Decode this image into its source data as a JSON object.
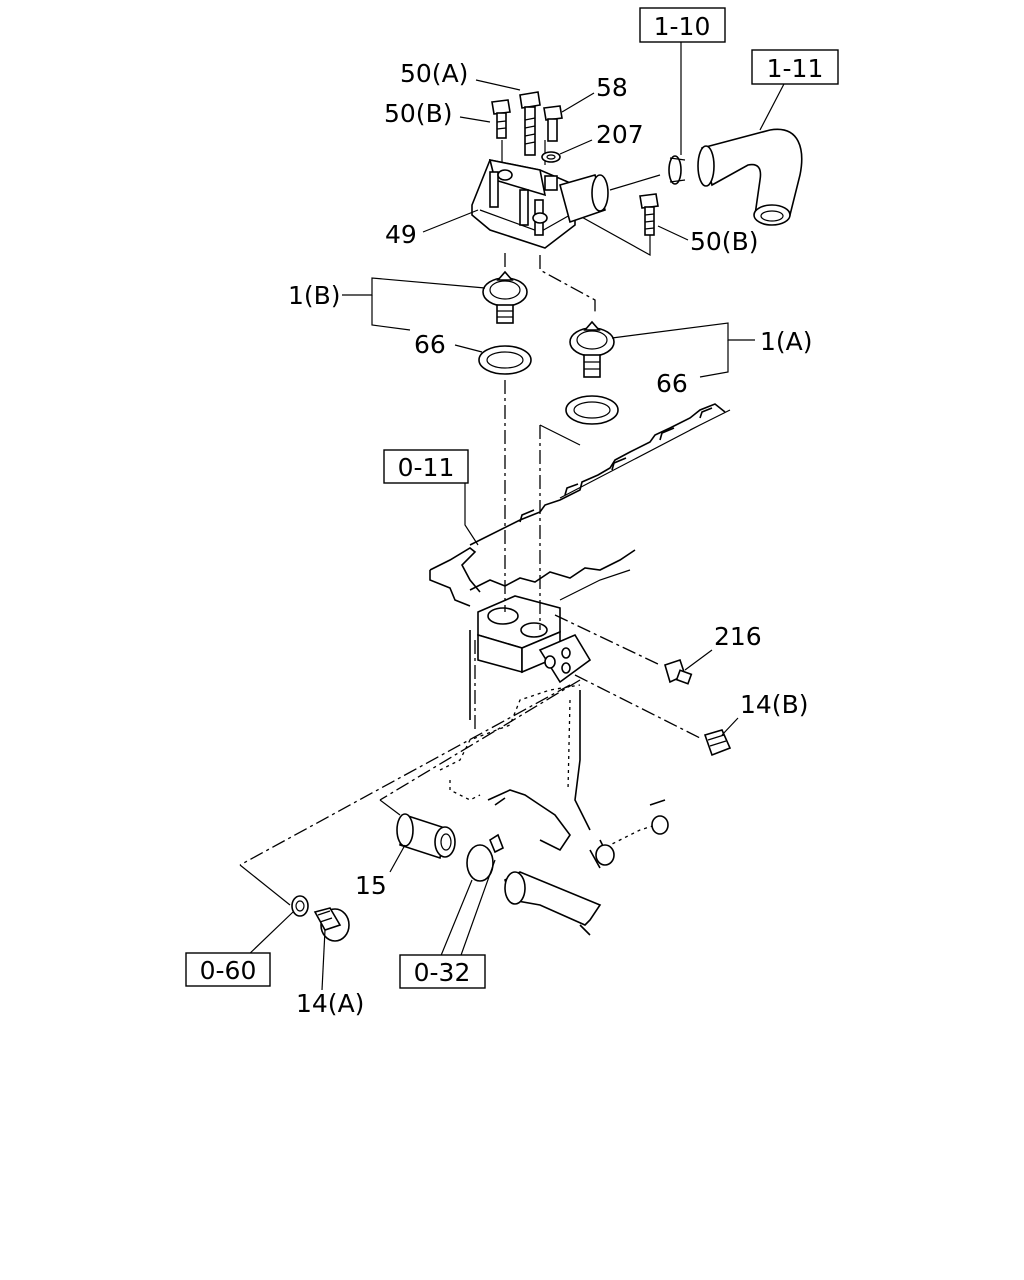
{
  "diagram": {
    "references": [
      "1-10",
      "1-11",
      "0-11",
      "0-60",
      "0-32"
    ],
    "labels": {
      "l50a": "50(A)",
      "l50b_top": "50(B)",
      "l58": "58",
      "l207": "207",
      "l49": "49",
      "l50b_right": "50(B)",
      "l1b": "1(B)",
      "l66_left": "66",
      "l1a": "1(A)",
      "l66_right": "66",
      "l216": "216",
      "l14b": "14(B)",
      "l15": "15",
      "l14a": "14(A)"
    }
  }
}
